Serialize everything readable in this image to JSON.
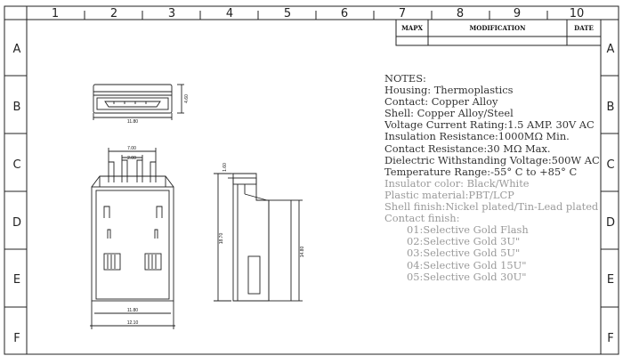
{
  "border": {
    "columns": [
      "1",
      "2",
      "3",
      "4",
      "5",
      "6",
      "7",
      "8",
      "9",
      "10"
    ],
    "rows": [
      "A",
      "B",
      "C",
      "D",
      "E",
      "F"
    ]
  },
  "title_block": {
    "col_mark": "MAPX",
    "col_modification": "MODIFICATION",
    "col_date": "DATE"
  },
  "dimensions": {
    "top_view_width": "11.80",
    "top_view_height": "4.60",
    "pin_span": "7.00",
    "pin_pitch": "2.00",
    "body_width": "11.80",
    "overall_width": "12.10",
    "side_tab": "1.60",
    "side_height": "18.70",
    "side_body_height": "14.80"
  },
  "notes": {
    "heading": "NOTES:",
    "housing": "Housing: Thermoplastics",
    "contact": "Contact: Copper Alloy",
    "shell": "Shell: Copper Alloy/Steel",
    "voltage_current": "Voltage Current Rating:1.5 AMP. 30V AC",
    "insulation": "Insulation Resistance:1000MΩ Min.",
    "contact_resistance": "Contact Resistance:30 MΩ Max.",
    "dielectric": "Dielectric Withstanding Voltage:500W AC",
    "temperature": "Temperature Range:-55° C to +85° C",
    "insulator_color": "Insulator color: Black/White",
    "plastic_material": "Plastic material:PBT/LCP",
    "shell_finish": "Shell finish:Nickel plated/Tin-Lead plated",
    "contact_finish": "Contact finish:",
    "finishes": [
      "01:Selective Gold Flash",
      "02:Selective Gold 3U\"",
      "03:Selective Gold 5U\"",
      "04:Selective Gold 15U\"",
      "05:Selective Gold 30U\""
    ]
  }
}
